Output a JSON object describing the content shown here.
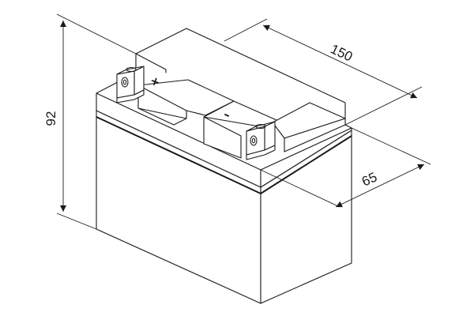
{
  "dimensions": {
    "length": "150",
    "width": "65",
    "height": "92"
  },
  "terminals": {
    "positive_symbol": "+",
    "negative_symbol": "–"
  },
  "colors": {
    "line": "#1a1a1a",
    "background": "#ffffff"
  }
}
